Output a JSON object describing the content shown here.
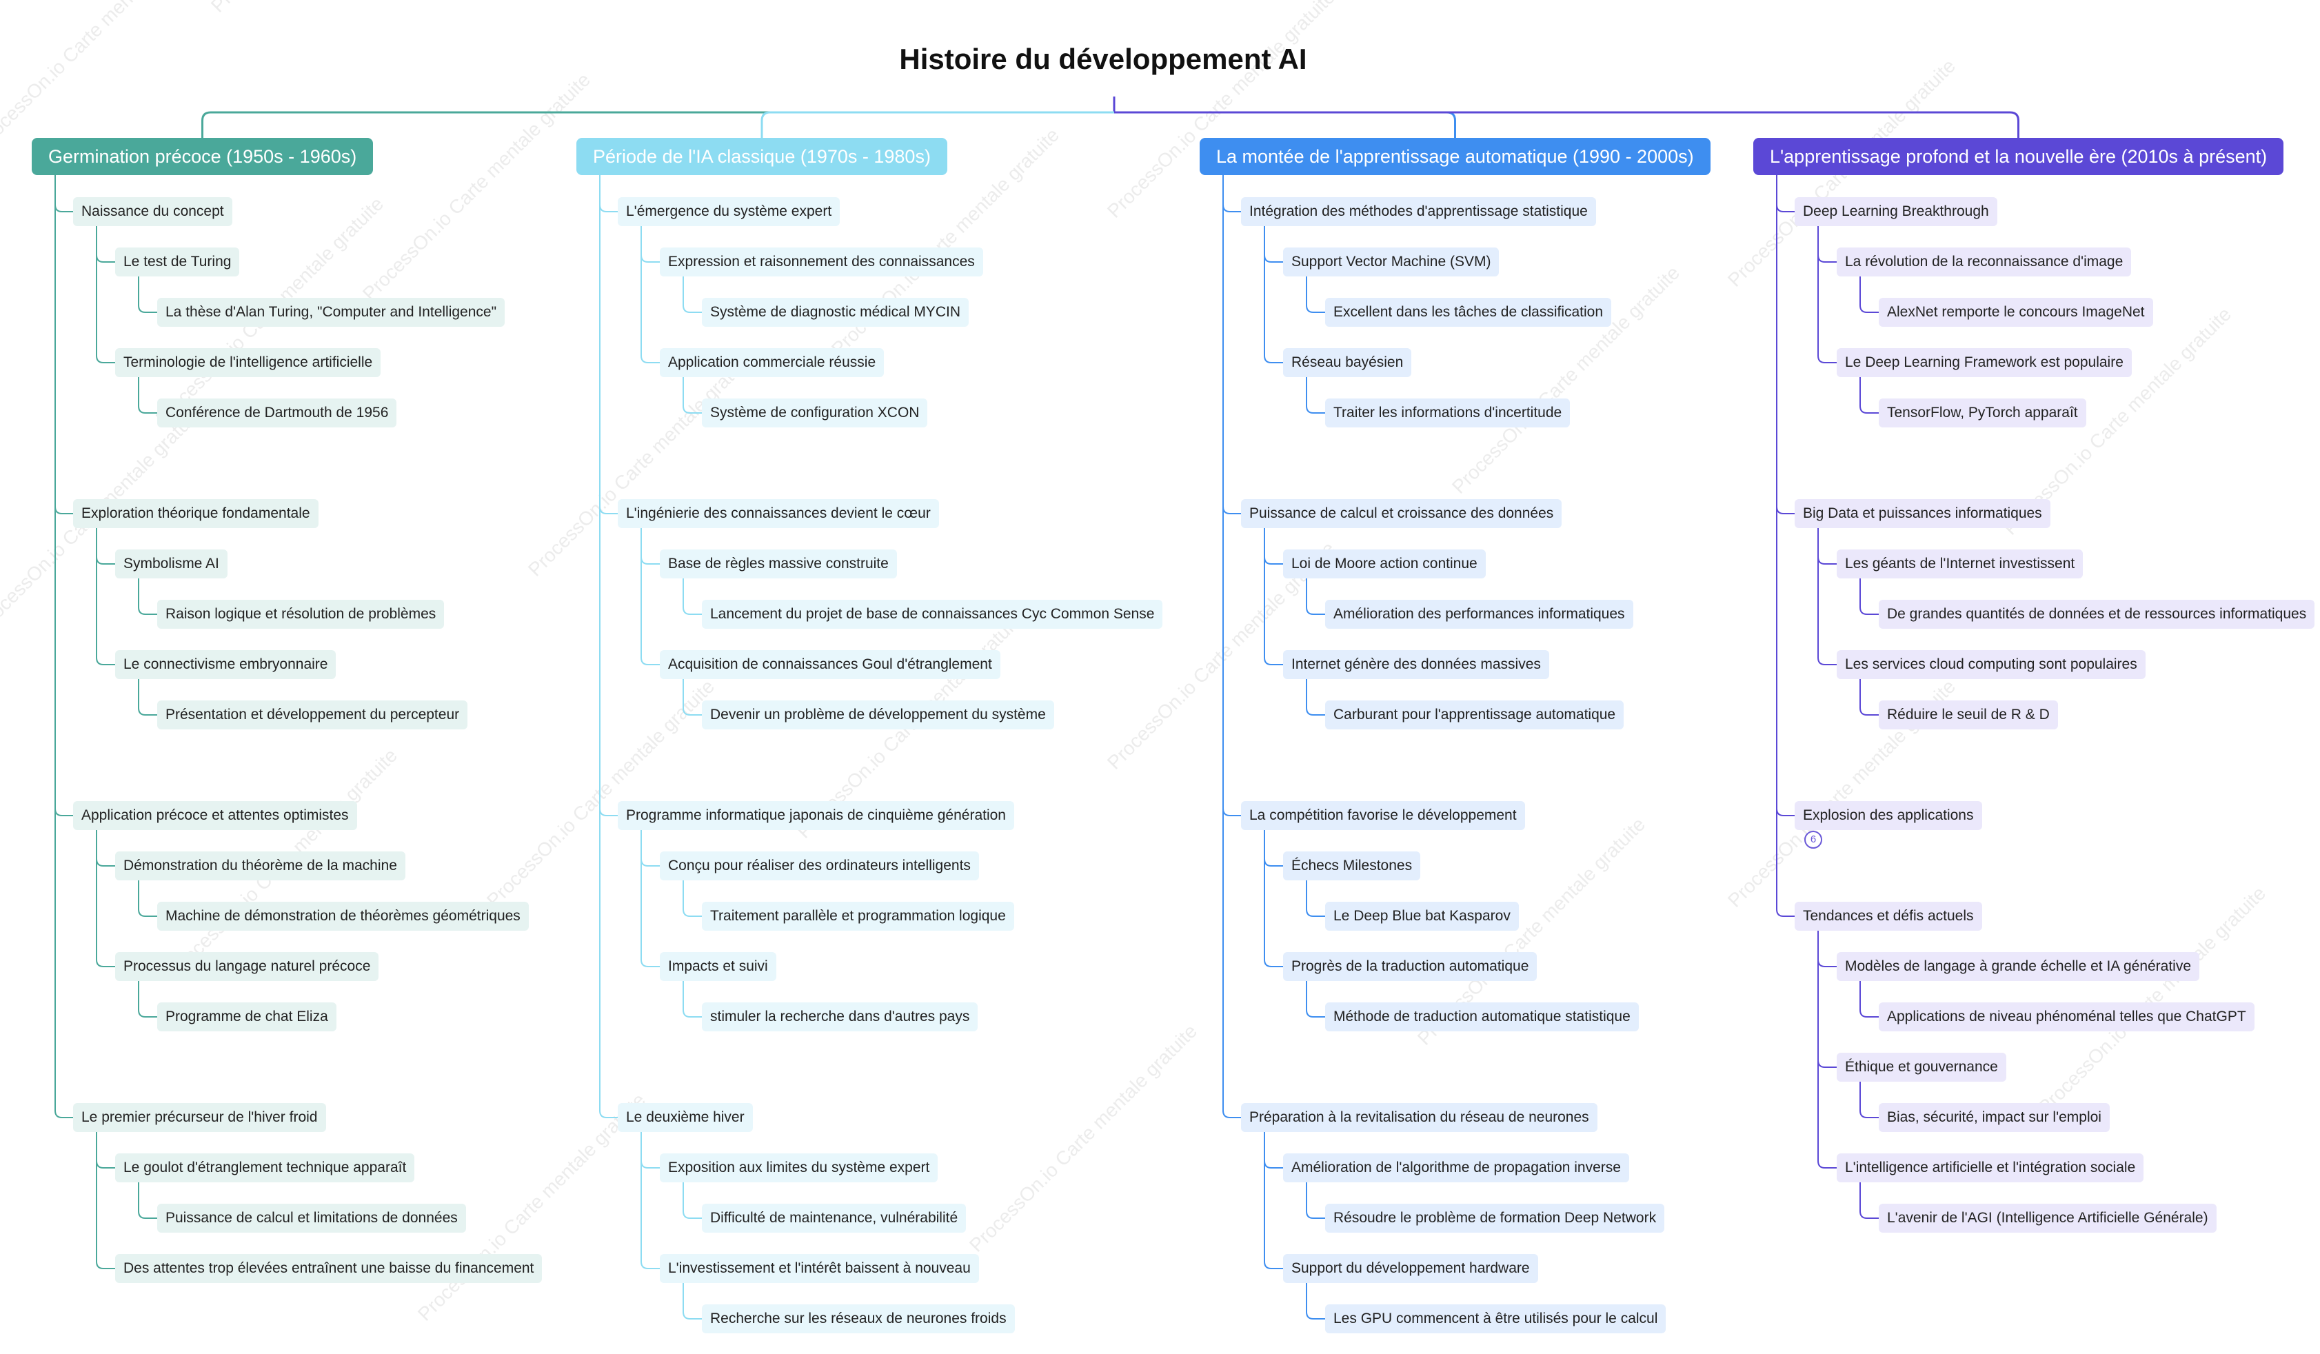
{
  "title": "Histoire du développement AI",
  "watermark": "ProcessOn.io Carte mentale gratuite",
  "colors": {
    "branch_0": "#4aa89a",
    "branch_0_bg": "#e6f3f1",
    "branch_1": "#8ddcf2",
    "branch_1_bg": "#e8f7fc",
    "branch_2": "#3e8ef0",
    "branch_2_bg": "#e3eefd",
    "branch_3": "#5b48d6",
    "branch_3_bg": "#ebe8fb"
  },
  "branches": [
    {
      "label": "Germination précoce (1950s - 1960s)",
      "children": [
        {
          "label": "Naissance du concept",
          "children": [
            {
              "label": "Le test de Turing",
              "children": [
                {
                  "label": "La thèse d'Alan Turing, \"Computer and Intelligence\""
                }
              ]
            },
            {
              "label": "Terminologie de l'intelligence artificielle",
              "children": [
                {
                  "label": "Conférence de Dartmouth de 1956"
                }
              ]
            }
          ]
        },
        {
          "label": "Exploration théorique fondamentale",
          "children": [
            {
              "label": "Symbolisme AI",
              "children": [
                {
                  "label": "Raison logique et résolution de problèmes"
                }
              ]
            },
            {
              "label": "Le connectivisme embryonnaire",
              "children": [
                {
                  "label": "Présentation et développement du percepteur"
                }
              ]
            }
          ]
        },
        {
          "label": "Application précoce et attentes optimistes",
          "children": [
            {
              "label": "Démonstration du théorème de la machine",
              "children": [
                {
                  "label": "Machine de démonstration de théorèmes géométriques"
                }
              ]
            },
            {
              "label": "Processus du langage naturel précoce",
              "children": [
                {
                  "label": "Programme de chat Eliza"
                }
              ]
            }
          ]
        },
        {
          "label": "Le premier précurseur de l'hiver froid",
          "children": [
            {
              "label": "Le goulot d'étranglement technique apparaît",
              "children": [
                {
                  "label": "Puissance de calcul et limitations de données"
                }
              ]
            },
            {
              "label": "Des attentes trop élevées entraînent une baisse du financement"
            }
          ]
        }
      ]
    },
    {
      "label": "Période de l'IA classique (1970s - 1980s)",
      "children": [
        {
          "label": "L'émergence du système expert",
          "children": [
            {
              "label": "Expression et raisonnement des connaissances",
              "children": [
                {
                  "label": "Système de diagnostic médical MYCIN"
                }
              ]
            },
            {
              "label": "Application commerciale réussie",
              "children": [
                {
                  "label": "Système de configuration XCON"
                }
              ]
            }
          ]
        },
        {
          "label": "L'ingénierie des connaissances devient le cœur",
          "children": [
            {
              "label": "Base de règles massive construite",
              "children": [
                {
                  "label": "Lancement du projet de base de connaissances Cyc Common Sense"
                }
              ]
            },
            {
              "label": "Acquisition de connaissances Goul d'étranglement",
              "children": [
                {
                  "label": "Devenir un problème de développement du système"
                }
              ]
            }
          ]
        },
        {
          "label": "Programme informatique japonais de cinquième génération",
          "children": [
            {
              "label": "Conçu pour réaliser des ordinateurs intelligents",
              "children": [
                {
                  "label": "Traitement parallèle et programmation logique"
                }
              ]
            },
            {
              "label": "Impacts et suivi",
              "children": [
                {
                  "label": "stimuler la recherche dans d'autres pays"
                }
              ]
            }
          ]
        },
        {
          "label": "Le deuxième hiver",
          "children": [
            {
              "label": "Exposition aux limites du système expert",
              "children": [
                {
                  "label": "Difficulté de maintenance, vulnérabilité"
                }
              ]
            },
            {
              "label": "L'investissement et l'intérêt baissent à nouveau",
              "children": [
                {
                  "label": "Recherche sur les réseaux de neurones froids"
                }
              ]
            }
          ]
        }
      ]
    },
    {
      "label": "La montée de l'apprentissage automatique (1990 - 2000s)",
      "children": [
        {
          "label": "Intégration des méthodes d'apprentissage statistique",
          "children": [
            {
              "label": "Support Vector Machine (SVM)",
              "children": [
                {
                  "label": "Excellent dans les tâches de classification"
                }
              ]
            },
            {
              "label": "Réseau bayésien",
              "children": [
                {
                  "label": "Traiter les informations d'incertitude"
                }
              ]
            }
          ]
        },
        {
          "label": "Puissance de calcul et croissance des données",
          "children": [
            {
              "label": "Loi de Moore action continue",
              "children": [
                {
                  "label": "Amélioration des performances informatiques"
                }
              ]
            },
            {
              "label": "Internet génère des données massives",
              "children": [
                {
                  "label": "Carburant pour l'apprentissage automatique"
                }
              ]
            }
          ]
        },
        {
          "label": "La compétition favorise le développement",
          "children": [
            {
              "label": "Échecs Milestones",
              "children": [
                {
                  "label": "Le Deep Blue bat Kasparov"
                }
              ]
            },
            {
              "label": "Progrès de la traduction automatique",
              "children": [
                {
                  "label": "Méthode de traduction automatique statistique"
                }
              ]
            }
          ]
        },
        {
          "label": "Préparation à la revitalisation du réseau de neurones",
          "children": [
            {
              "label": "Amélioration de l'algorithme de propagation inverse",
              "children": [
                {
                  "label": "Résoudre le problème de formation Deep Network"
                }
              ]
            },
            {
              "label": "Support du développement hardware",
              "children": [
                {
                  "label": "Les GPU commencent à être utilisés pour le calcul"
                }
              ]
            }
          ]
        }
      ]
    },
    {
      "label": "L'apprentissage profond et la nouvelle ère (2010s à présent)",
      "children": [
        {
          "label": "Deep Learning Breakthrough",
          "children": [
            {
              "label": "La révolution de la reconnaissance d'image",
              "children": [
                {
                  "label": "AlexNet remporte le concours ImageNet"
                }
              ]
            },
            {
              "label": "Le Deep Learning Framework est populaire",
              "children": [
                {
                  "label": "TensorFlow, PyTorch apparaît"
                }
              ]
            }
          ]
        },
        {
          "label": "Big Data et puissances informatiques",
          "children": [
            {
              "label": "Les géants de l'Internet investissent",
              "children": [
                {
                  "label": "De grandes quantités de données et de ressources informatiques"
                }
              ]
            },
            {
              "label": "Les services cloud computing sont populaires",
              "children": [
                {
                  "label": "Réduire le seuil de R & D"
                }
              ]
            }
          ]
        },
        {
          "label": "Explosion des applications",
          "collapsed_count": "6"
        },
        {
          "label": "Tendances et défis actuels",
          "children": [
            {
              "label": "Modèles de langage à grande échelle et IA générative",
              "children": [
                {
                  "label": "Applications de niveau phénoménal telles que ChatGPT"
                }
              ]
            },
            {
              "label": "Éthique et gouvernance",
              "children": [
                {
                  "label": "Bias, sécurité, impact sur l'emploi"
                }
              ]
            },
            {
              "label": "L'intelligence artificielle et l'intégration sociale",
              "children": [
                {
                  "label": "L'avenir de l'AGI (Intelligence Artificielle Générale)"
                }
              ]
            }
          ]
        }
      ]
    }
  ]
}
